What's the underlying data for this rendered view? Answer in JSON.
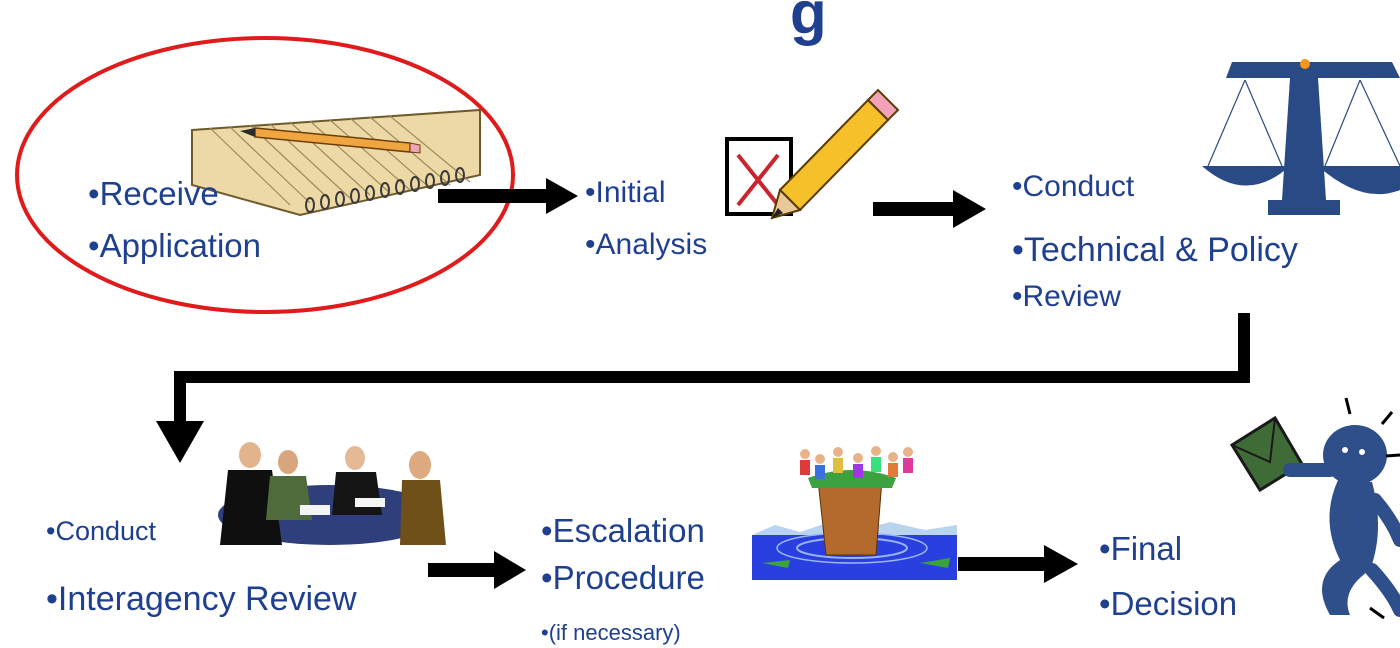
{
  "title_fragment": "g",
  "steps": {
    "receive": {
      "line1": "Receive",
      "line2": "Application"
    },
    "initial": {
      "line1": "Initial",
      "line2": "Analysis"
    },
    "technical": {
      "line1": "Conduct",
      "line2": "Technical & Policy",
      "line3": "Review"
    },
    "interagency": {
      "line1": "Conduct",
      "line2": "Interagency Review"
    },
    "escalation": {
      "line1": "Escalation",
      "line2": "Procedure",
      "line3": "(if necessary)"
    },
    "final": {
      "line1": "Final",
      "line2": "Decision"
    }
  },
  "colors": {
    "label_text": "#1f3f8f",
    "highlight_ellipse": "#e01b1b",
    "arrow": "#000000",
    "scale": "#2a4a86"
  },
  "icons": [
    "notepad-pencil-icon",
    "checkbox-pencil-icon",
    "scales-of-justice-icon",
    "meeting-people-icon",
    "cliff-island-icon",
    "person-with-envelope-icon"
  ]
}
